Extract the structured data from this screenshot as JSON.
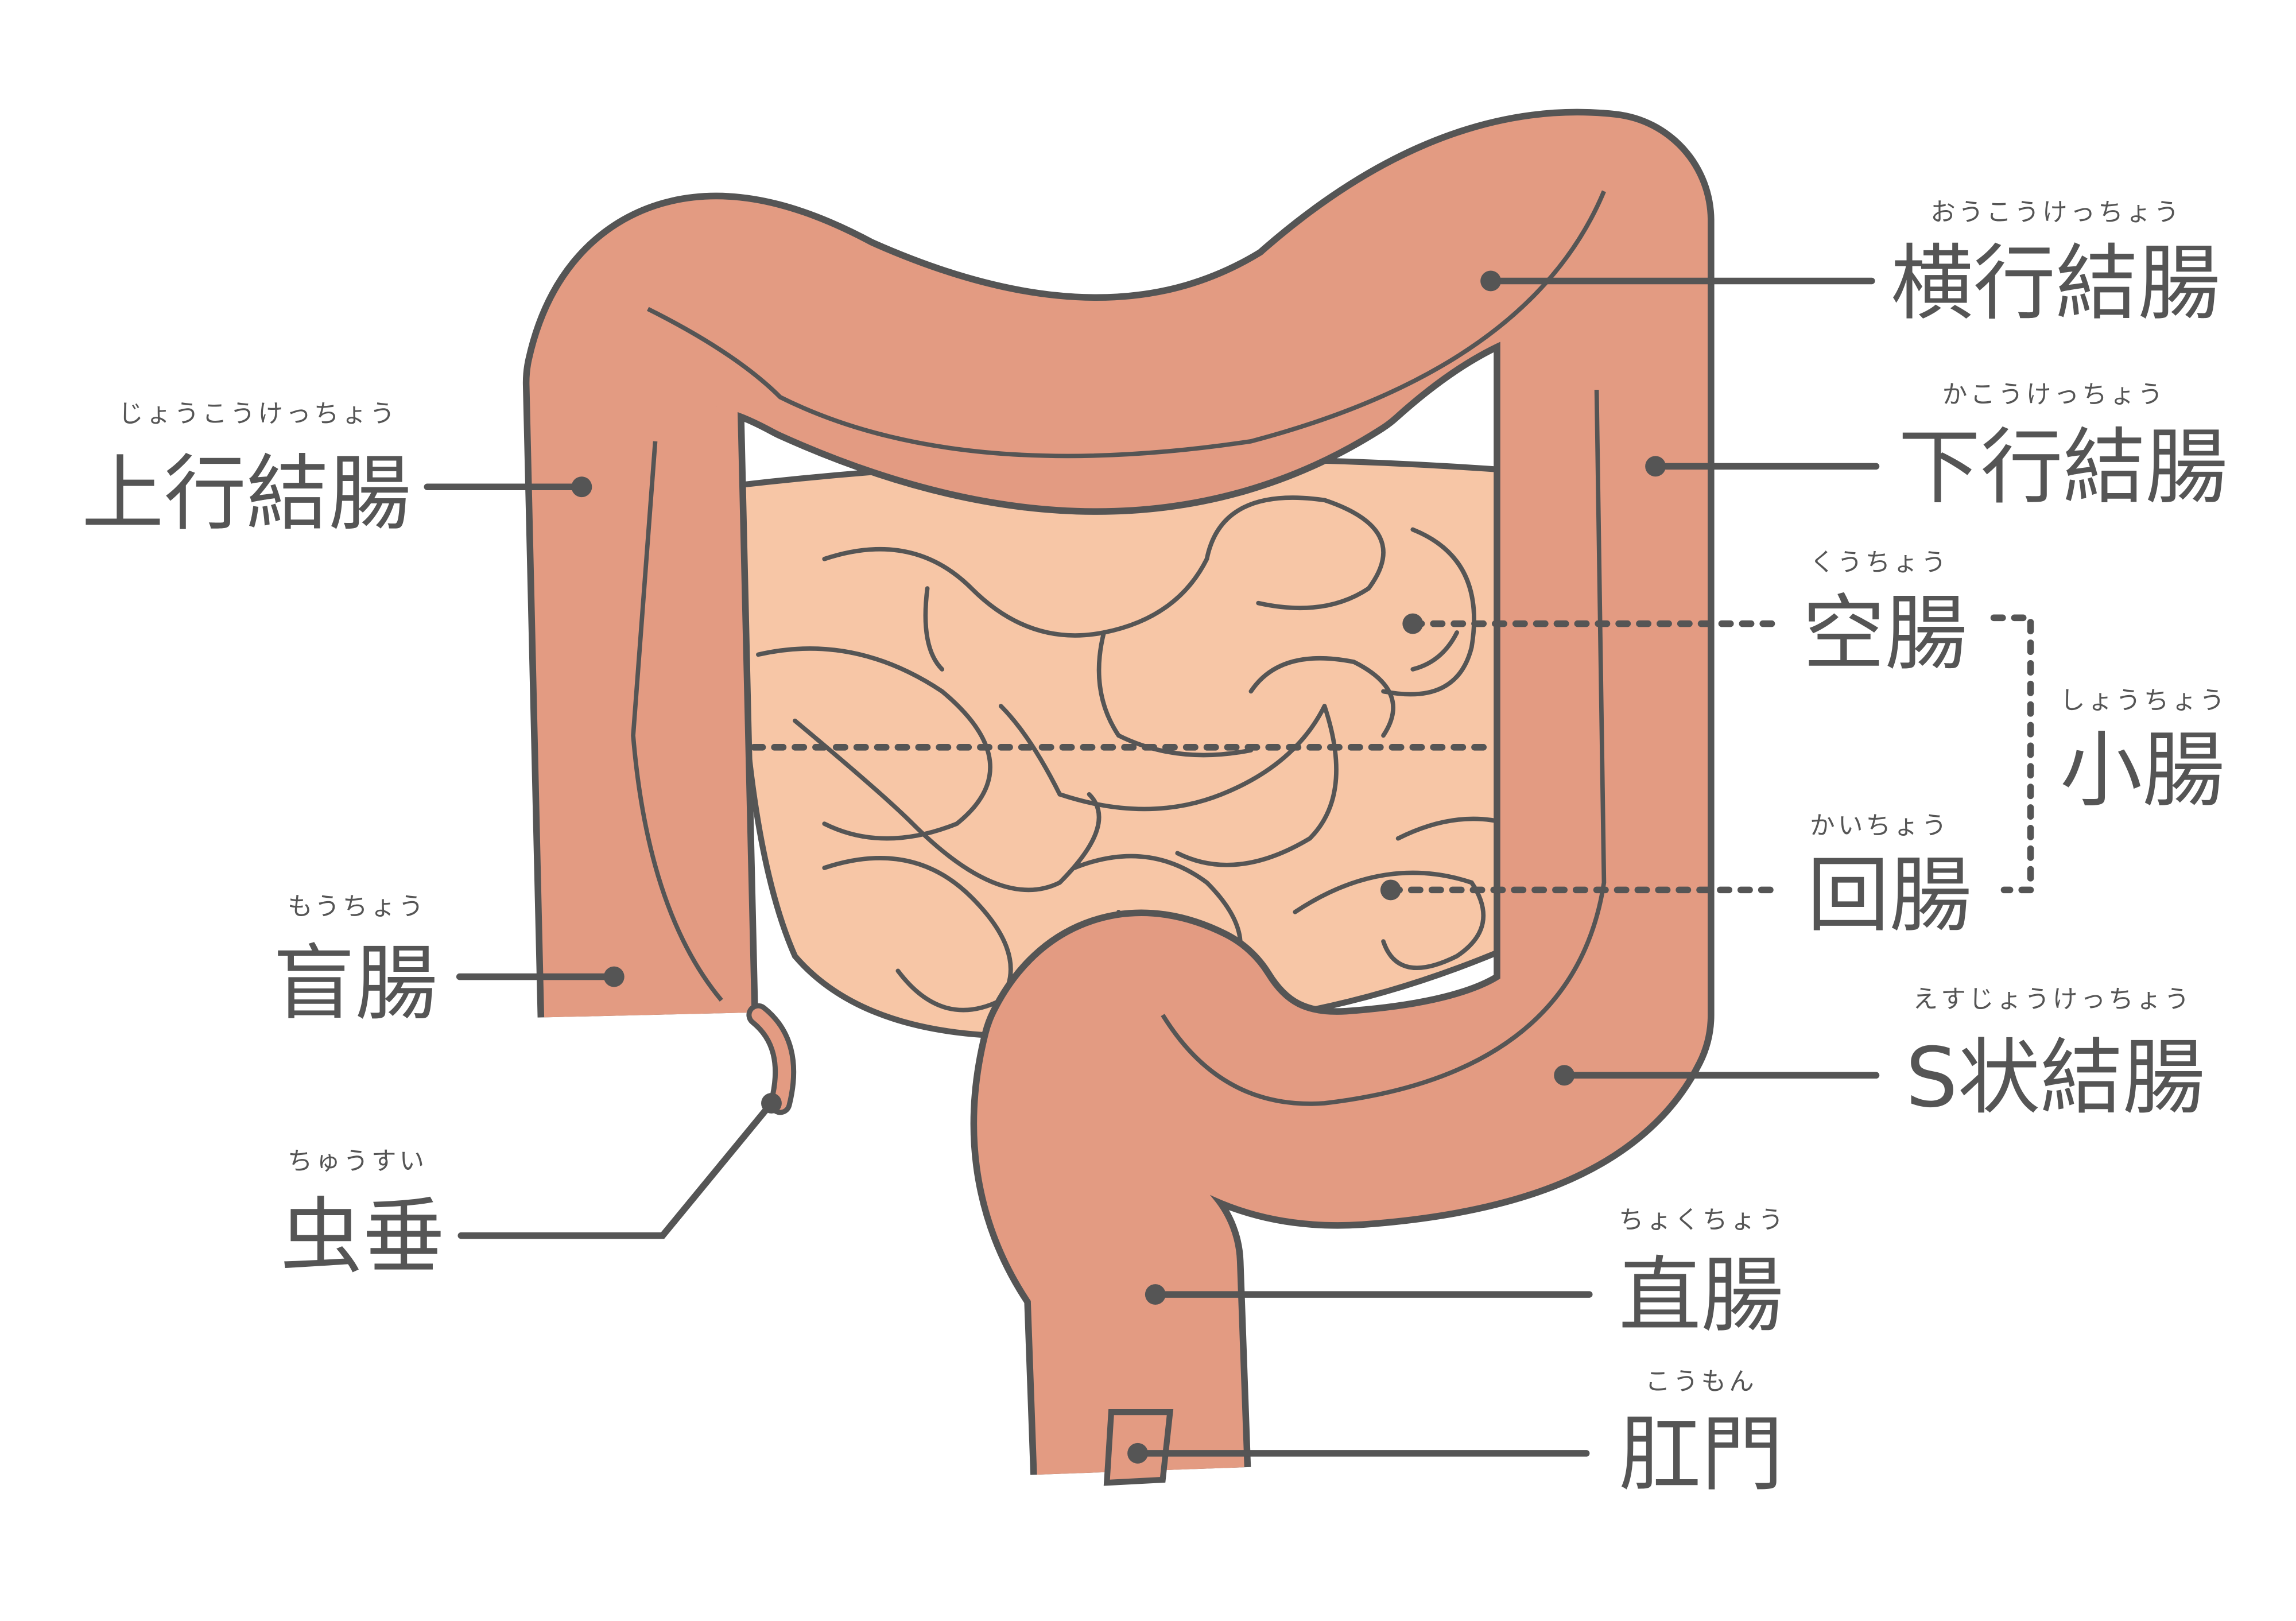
{
  "colors": {
    "colon": "#E39B82",
    "small_intestine": "#F7C6A6",
    "outline": "#555555"
  },
  "labels": {
    "transverse_colon": {
      "text": "横行結腸",
      "ruby": "おうこうけっちょう"
    },
    "descending_colon": {
      "text": "下行結腸",
      "ruby": "かこうけっちょう"
    },
    "jejunum": {
      "text": "空腸",
      "ruby": "くうちょう"
    },
    "small_intestine": {
      "text": "小腸",
      "ruby": "しょうちょう"
    },
    "ileum": {
      "text": "回腸",
      "ruby": "かいちょう"
    },
    "sigmoid_colon": {
      "text": "S状結腸",
      "ruby": "えすじょうけっちょう"
    },
    "rectum": {
      "text": "直腸",
      "ruby": "ちょくちょう"
    },
    "anus": {
      "text": "肛門",
      "ruby": "こうもん"
    },
    "ascending_colon": {
      "text": "上行結腸",
      "ruby": "じょうこうけっちょう"
    },
    "cecum": {
      "text": "盲腸",
      "ruby": "もうちょう"
    },
    "appendix": {
      "text": "虫垂",
      "ruby": "ちゅうすい"
    }
  }
}
